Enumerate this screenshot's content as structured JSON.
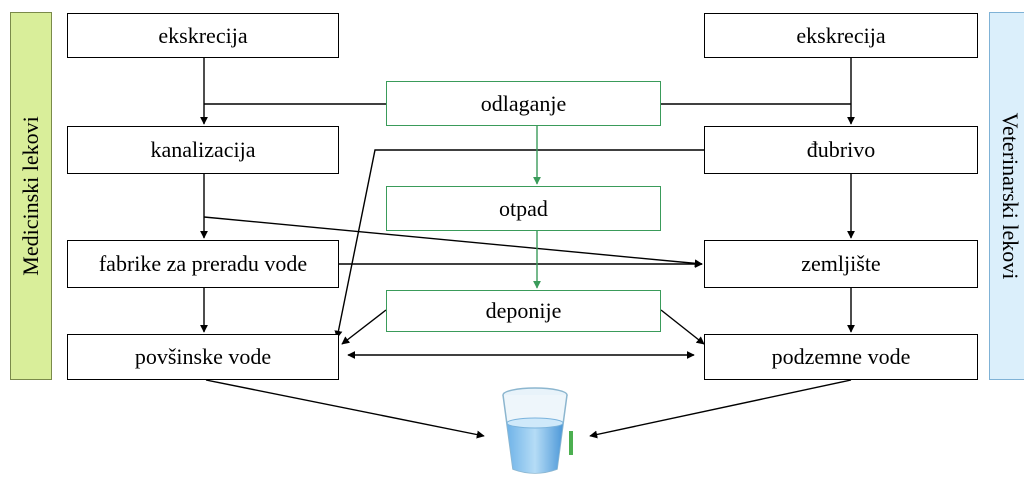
{
  "side_labels": {
    "left": "Medicinski lekovi",
    "right": "Veterinarski lekovi"
  },
  "left_column": {
    "ekskrecija": "ekskrecija",
    "kanalizacija": "kanalizacija",
    "fabrike": "fabrike za preradu vode",
    "povrsinske": "povšinske vode"
  },
  "center_column": {
    "odlaganje": "odlaganje",
    "otpad": "otpad",
    "deponije": "deponije"
  },
  "right_column": {
    "ekskrecija": "ekskrecija",
    "dubrivo": "đubrivo",
    "zemljiste": "zemljište",
    "podzemne": "podzemne vode"
  },
  "colors": {
    "left_bar": "#d9ee9a",
    "right_bar": "#dbeffb",
    "center_border": "#3a9b5a",
    "water": "#8fc6ef"
  },
  "icons": {
    "drinking": "water-glass-icon"
  }
}
